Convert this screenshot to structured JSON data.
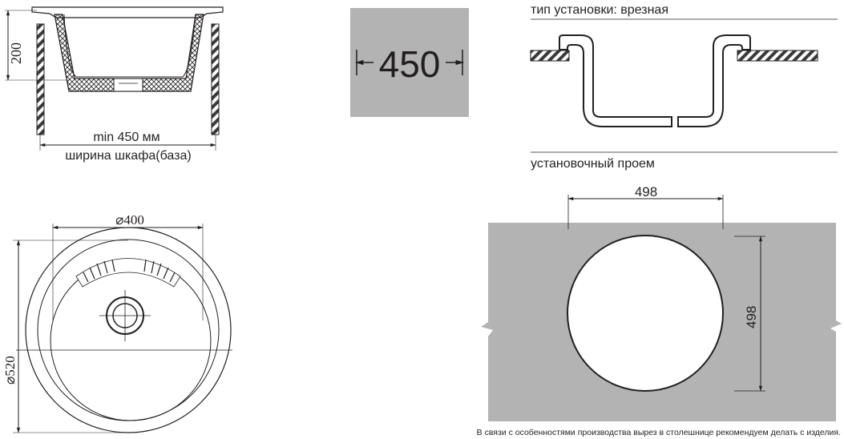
{
  "side_view": {
    "depth_label": "200",
    "min_width_label": "min 450 мм",
    "cabinet_label": "ширина шкафа(база)"
  },
  "cabinet_badge": {
    "value": "450",
    "background": "#b3b3b3"
  },
  "installation": {
    "type_label": "тип установки: врезная",
    "opening_label": "установочный проем",
    "opening_width": "498",
    "opening_height": "498",
    "countertop_color": "#b3b3b3"
  },
  "top_view": {
    "inner_diameter": "⌀400",
    "outer_diameter": "⌀520"
  },
  "footnote": "В связи с особенностями производства вырез в столешнице рекомендуем делать с изделия.",
  "colors": {
    "line": "#231f20",
    "fill_grey": "#b3b3b3"
  }
}
